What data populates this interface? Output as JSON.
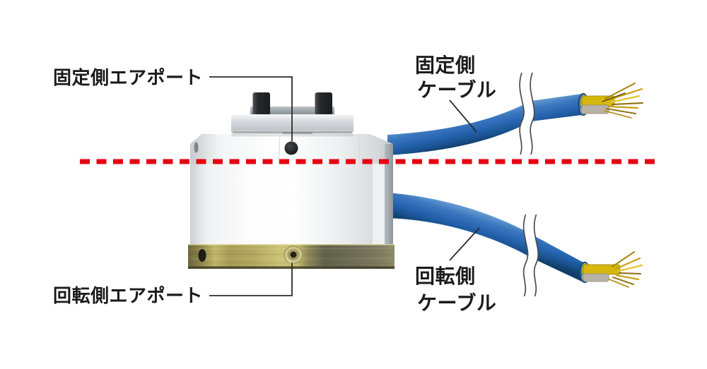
{
  "diagram": {
    "kind": "technical-illustration",
    "subject": "rotary joint slip ring with air ports and electrical cables",
    "axis_style": "horizontal red dashed rotation axis line"
  },
  "labels": {
    "fixed_air_port": "固定側エアポート",
    "rotating_air_port": "回転側エアポート",
    "fixed_cable": {
      "line1": "固定側",
      "line2": "ケーブル"
    },
    "rotating_cable": {
      "line1": "回転側",
      "line2": "ケーブル"
    }
  },
  "colors": {
    "background": "#ffffff",
    "axis_line_red": "#e60012",
    "cable_blue": "#2a6cb5",
    "cable_blue_dark": "#123e6d",
    "rotor_flange_brass": "#b3a960",
    "device_body_white": "#f4f5f6",
    "flange_gray": "#d3d7da",
    "post_black": "#26292c",
    "wire_gold": "#c9a115",
    "inner_sheath_yellow": "#d6b70f",
    "inner_sheath_gray": "#b9b3a7",
    "label_text": "#1b1b1b",
    "leader_line": "#2b2b2b"
  }
}
